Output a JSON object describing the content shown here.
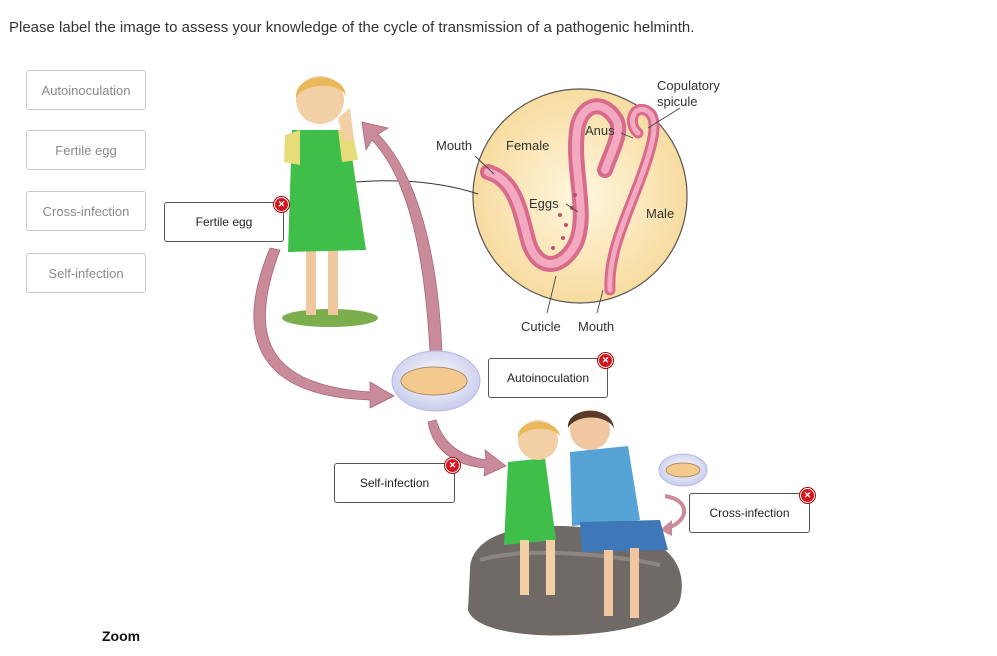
{
  "question": "Please label the image to assess your knowledge of the cycle of transmission of a pathogenic helminth.",
  "bank": [
    "Autoinoculation",
    "Fertile egg",
    "Cross-infection",
    "Self-infection"
  ],
  "drops": {
    "fertile_egg": "Fertile egg",
    "autoinoculation": "Autoinoculation",
    "self_infection": "Self-infection",
    "cross_infection": "Cross-infection"
  },
  "figure_labels": {
    "mouth_top": "Mouth",
    "female": "Female",
    "anus": "Anus",
    "copulatory1": "Copulatory",
    "copulatory2": "spicule",
    "eggs": "Eggs",
    "male": "Male",
    "cuticle": "Cuticle",
    "mouth_bottom": "Mouth"
  },
  "status_icon": "x-incorrect-icon",
  "zoom_label": "Zoom",
  "colors": {
    "arrow": "#c98a9a",
    "worm": "#e88aa5",
    "circle_bg": "#fbe8bf",
    "incorrect": "#d6141d"
  }
}
